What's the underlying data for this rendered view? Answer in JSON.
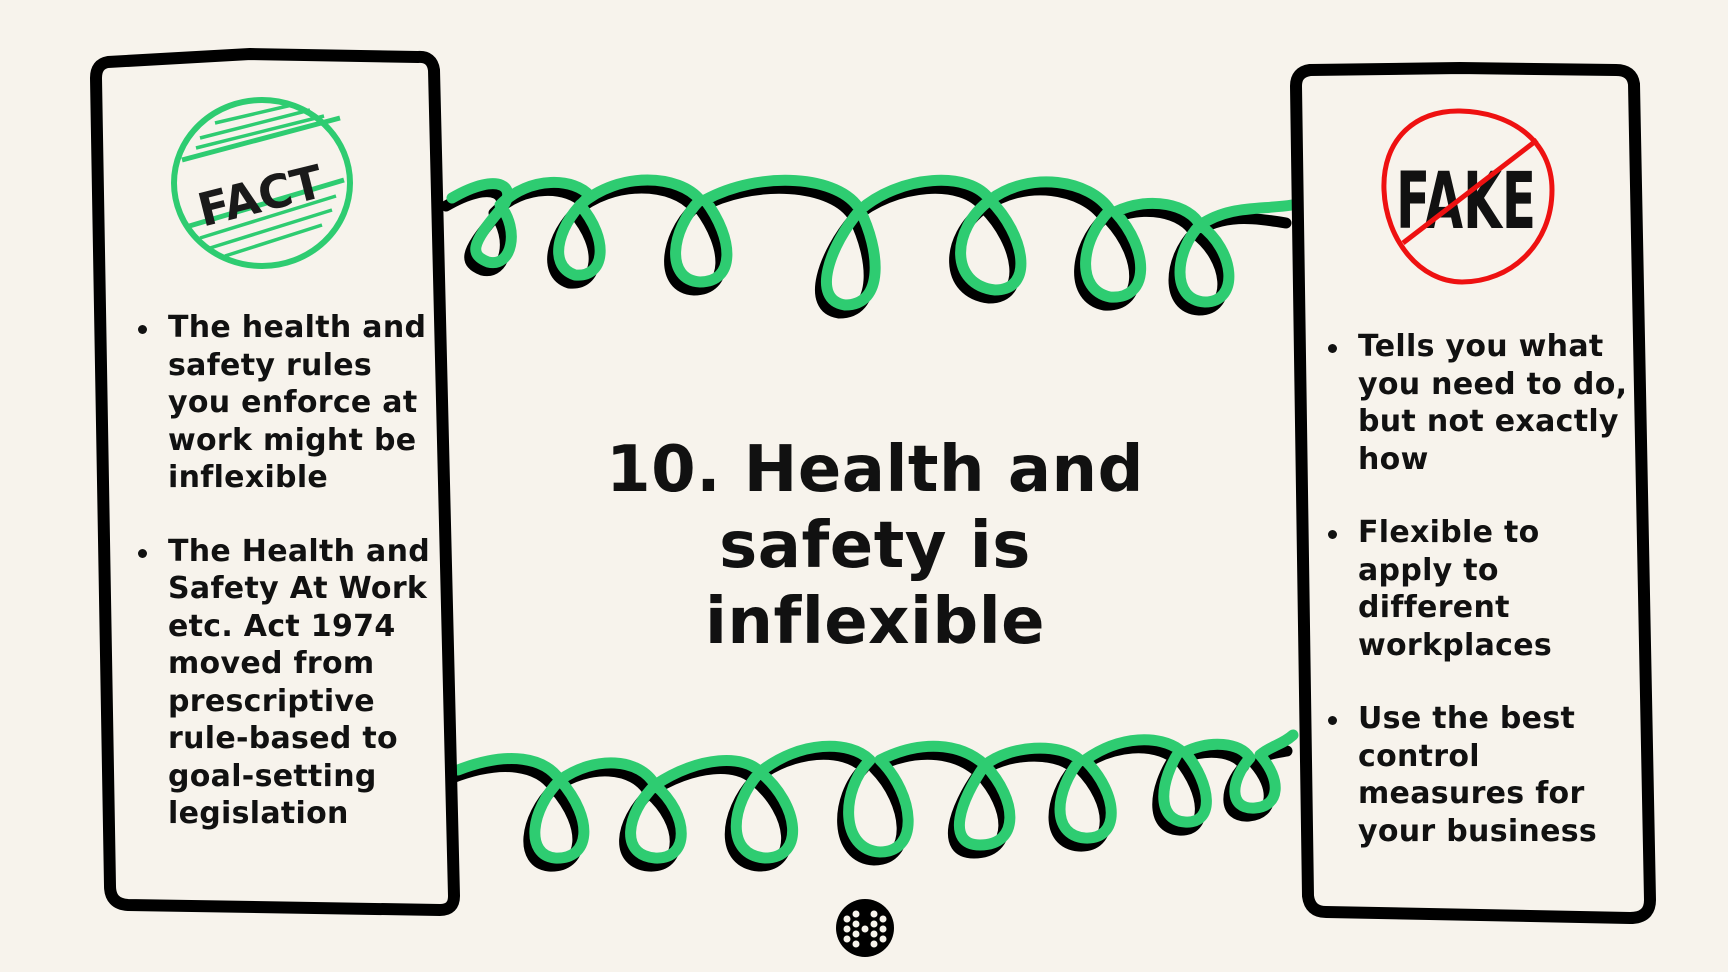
{
  "slide": {
    "title_lines": [
      "10. Health and",
      "safety is",
      "inflexible"
    ],
    "background_color": "#F7F3EC"
  },
  "fact_panel": {
    "stamp_label": "FACT",
    "stamp_color": "#2ECC71",
    "bullets": [
      "The health and safety rules you enforce at work might be inflexible",
      "The Health and Safety At Work etc. Act 1974 moved from prescriptive rule-based to goal-setting legislation"
    ]
  },
  "fake_panel": {
    "stamp_label": "FAKE",
    "stamp_color": "#EE1111",
    "bullets": [
      "Tells you what you need to do, but not exactly how",
      "Flexible to apply to different workplaces",
      "Use the best control measures for your business"
    ]
  },
  "decorations": {
    "coil_color": "#2ECC71",
    "coil_shadow_color": "#000000",
    "logo_icon": "dotted-circle-logo"
  }
}
